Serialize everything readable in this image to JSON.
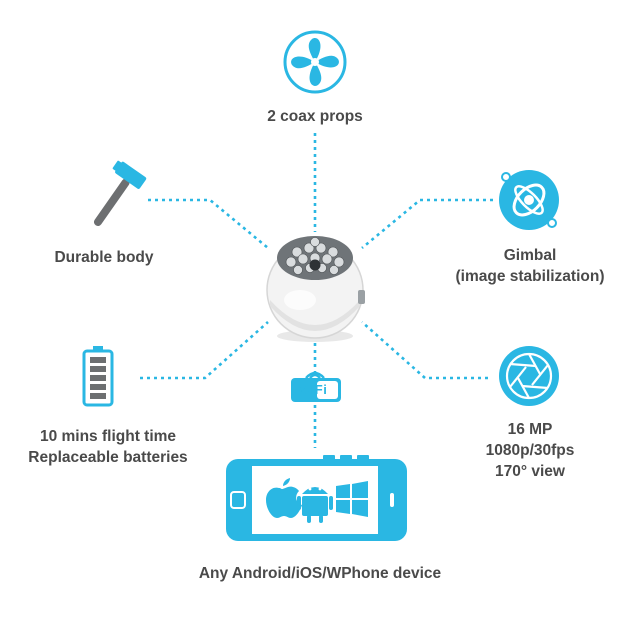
{
  "colors": {
    "accent": "#2ab7e3",
    "text": "#4a4a4a",
    "icon_gray": "#6d6f71",
    "device_white": "#f2f2f2",
    "grille": "#8c8f92"
  },
  "center": {
    "name": "drone-ball",
    "icon": "spherical-drone-image"
  },
  "features": {
    "props": {
      "icon": "fan-icon",
      "lines": [
        "2 coax props"
      ]
    },
    "body": {
      "icon": "hammer-icon",
      "lines": [
        "Durable body"
      ]
    },
    "gimbal": {
      "icon": "gimbal-icon",
      "lines": [
        "Gimbal",
        "(image stabilization)"
      ]
    },
    "battery": {
      "icon": "battery-icon",
      "lines": [
        "10 mins flight time",
        "Replaceable batteries"
      ]
    },
    "camera": {
      "icon": "aperture-icon",
      "lines": [
        "16 MP",
        "1080p/30fps",
        "170° view"
      ]
    }
  },
  "wifi": {
    "icon": "wifi-logo",
    "text": "WiFi"
  },
  "phone": {
    "icon": "smartphone-icon",
    "os_icons": [
      "apple-icon",
      "android-icon",
      "windows-icon"
    ],
    "label": "Any Android/iOS/WPhone device"
  }
}
